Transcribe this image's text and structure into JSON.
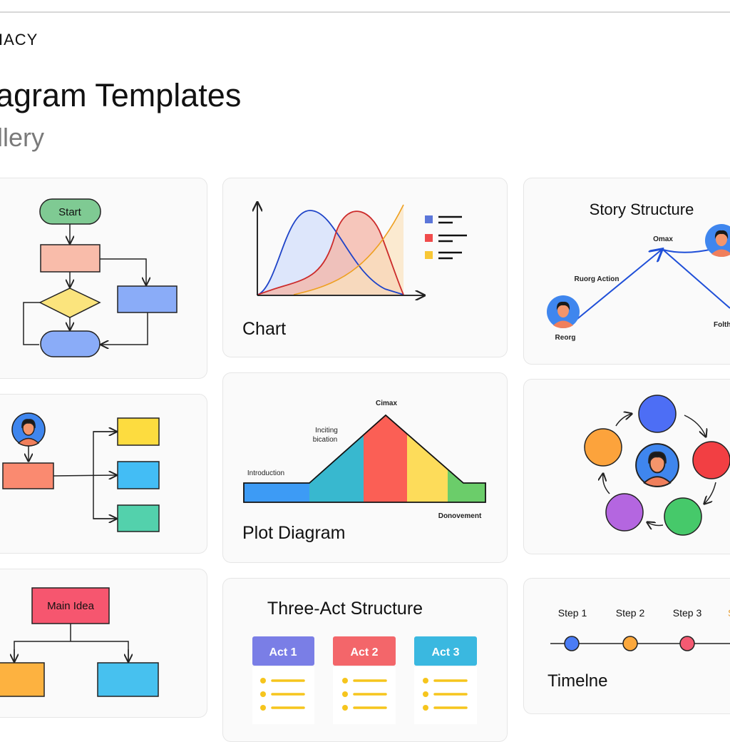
{
  "header": {
    "brand": "IACY",
    "title": "agram Templates",
    "subtitle": "llery"
  },
  "cards": {
    "flowchart": {
      "start_label": "Start"
    },
    "chart": {
      "title": "Chart",
      "legend_colors": [
        "#5b76d9",
        "#f04b4b",
        "#f8c735"
      ]
    },
    "story": {
      "title": "Story Structure",
      "peak_label": "Omax",
      "rising_label": "Ruorg Action",
      "start_label": "Reorg",
      "falling_label": "Folth"
    },
    "org": {},
    "plot": {
      "title": "Plot Diagram",
      "climax": "Cimax",
      "inciting_1": "Inciting",
      "inciting_2": "bication",
      "intro": "Introduction",
      "denouement": "Donovement"
    },
    "cycle": {},
    "mindmap": {
      "main_label": "Main Idea"
    },
    "three_act": {
      "title": "Three-Act Structure",
      "acts": [
        "Act 1",
        "Act 2",
        "Act 3"
      ]
    },
    "timeline": {
      "title": "Timelne",
      "steps": [
        "Step 1",
        "Step 2",
        "Step 3",
        "S"
      ]
    }
  },
  "colors": {
    "accent_blue": "#1f4fd8",
    "card_bg": "#fafafa"
  }
}
